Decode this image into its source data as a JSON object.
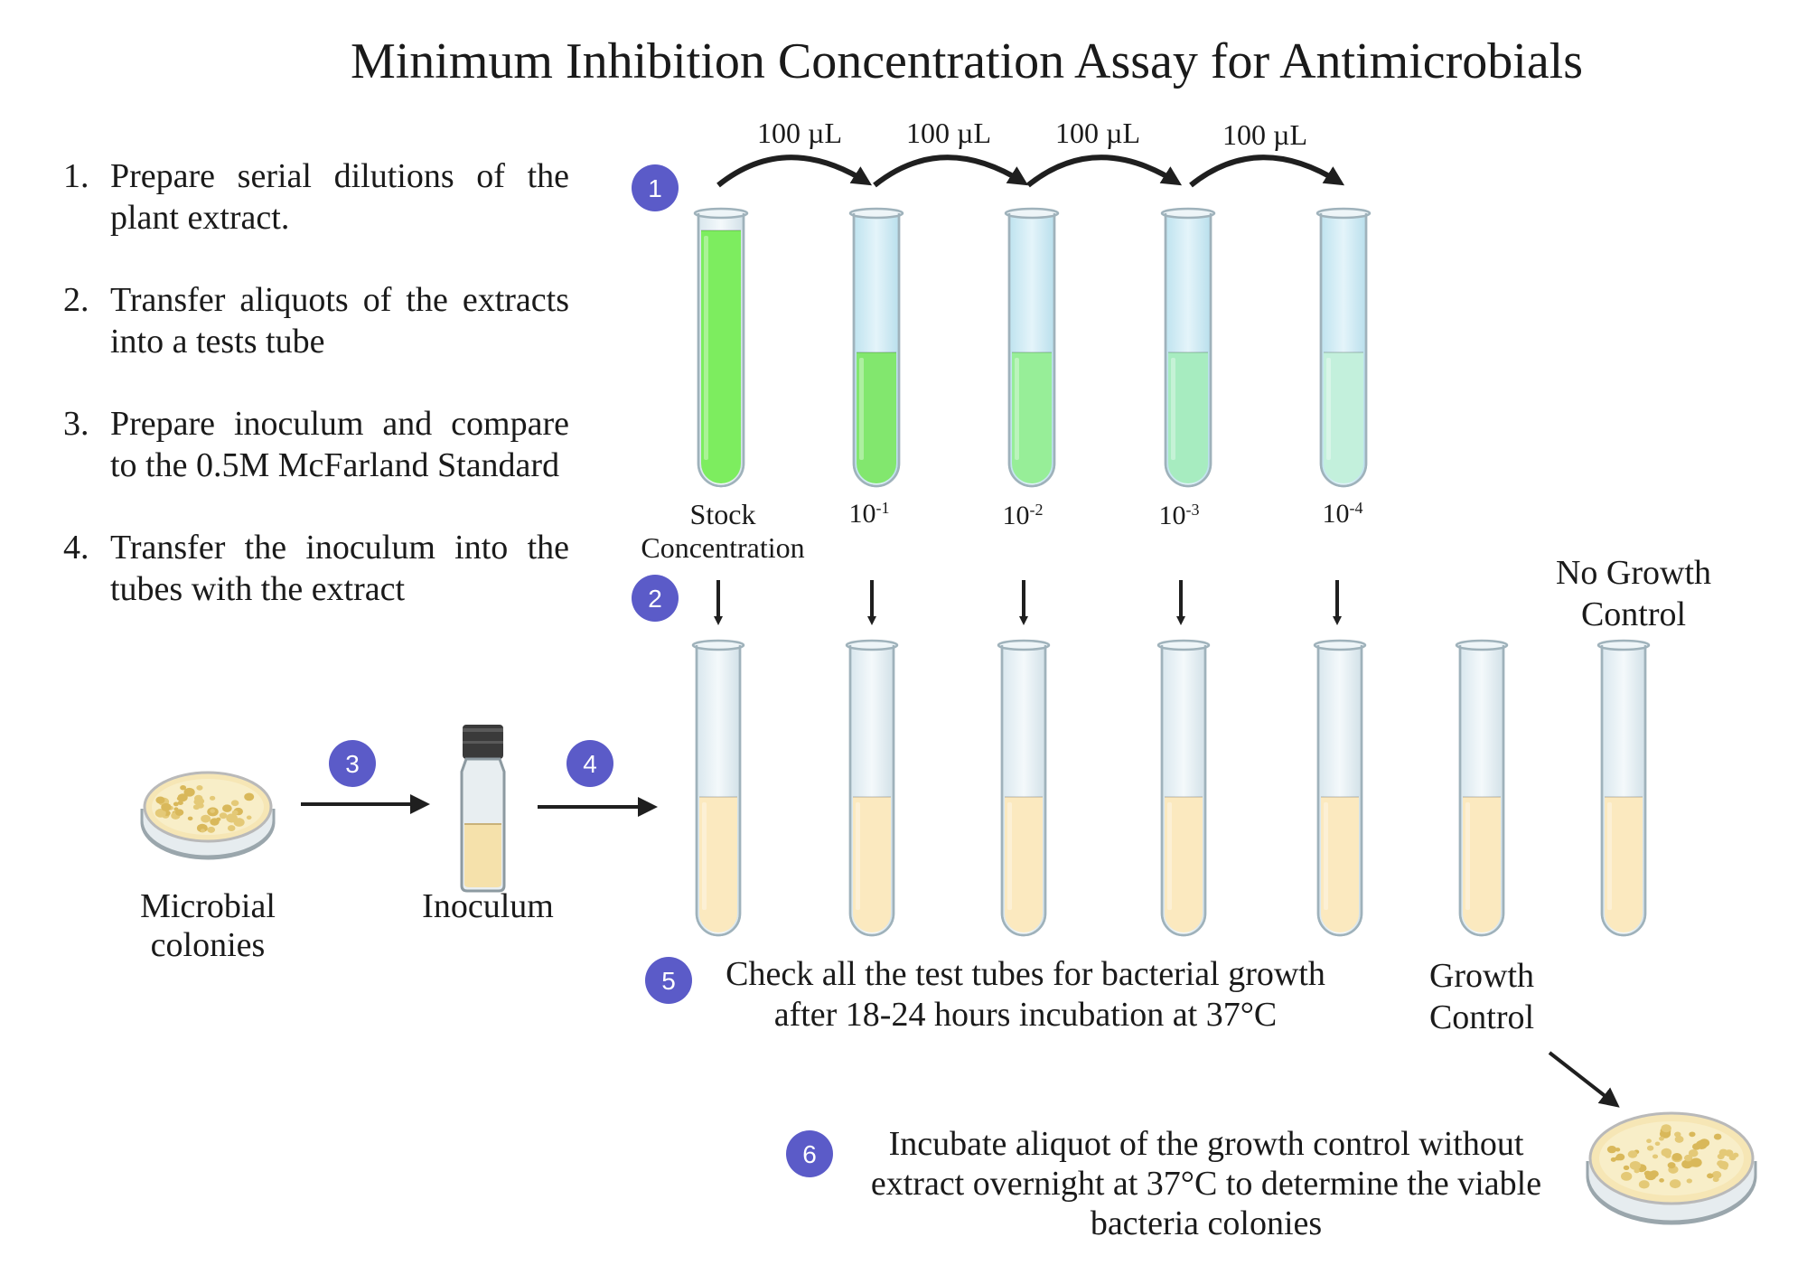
{
  "title": "Minimum Inhibition Concentration Assay for Antimicrobials",
  "steps": [
    {
      "num": "1.",
      "text": "Prepare serial dilutions of the plant extract."
    },
    {
      "num": "2.",
      "text": "Transfer aliquots of the extracts into a tests tube"
    },
    {
      "num": "3.",
      "text": "Prepare inoculum and compare to the 0.5M McFarland Standard"
    },
    {
      "num": "4.",
      "text": "Transfer the inoculum into the tubes with the extract"
    }
  ],
  "badges": [
    "1",
    "2",
    "3",
    "4",
    "5",
    "6"
  ],
  "transfer_volume": "100 µL",
  "dilution_tubes": [
    {
      "label_line1": "Stock",
      "label_line2": "Concentration",
      "color": "#7ded5f"
    },
    {
      "base": "10",
      "exp": "-1",
      "color": "#82e76e"
    },
    {
      "base": "10",
      "exp": "-2",
      "color": "#97ee98"
    },
    {
      "base": "10",
      "exp": "-3",
      "color": "#a7ecc0"
    },
    {
      "base": "10",
      "exp": "-4",
      "color": "#c3f0dc"
    }
  ],
  "test_tube_count": 7,
  "broth_color": "#fbe9bf",
  "labels": {
    "colonies_line1": "Microbial",
    "colonies_line2": "colonies",
    "inoculum": "Inoculum",
    "no_growth_line1": "No Growth",
    "no_growth_line2": "Control",
    "growth_line1": "Growth",
    "growth_line2": "Control"
  },
  "step5": {
    "line1": "Check all the test tubes for bacterial growth",
    "line2": "after 18-24 hours incubation at 37°C"
  },
  "step6": {
    "line1": "Incubate aliquot of the growth control without",
    "line2": "extract overnight at 37°C to determine the viable",
    "line3": "bacteria colonies"
  },
  "colors": {
    "badge": "#5b5bc8",
    "arrow": "#1f1f1f",
    "tube_glass": "#e4eef3"
  }
}
